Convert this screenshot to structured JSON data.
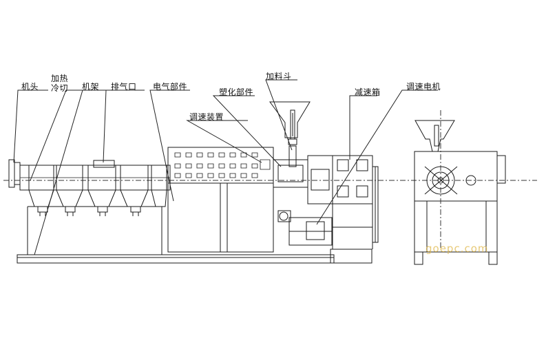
{
  "labels": {
    "head": "机头",
    "heat_cool_1": "加热",
    "heat_cool_2": "冷切",
    "frame": "机架",
    "vent": "排气口",
    "electrical": "电气部件",
    "speed_device": "调速装置",
    "plasticizing": "塑化部件",
    "hopper": "加料斗",
    "gearbox": "减速箱",
    "motor": "调速电机"
  },
  "watermark": "goepc.com"
}
